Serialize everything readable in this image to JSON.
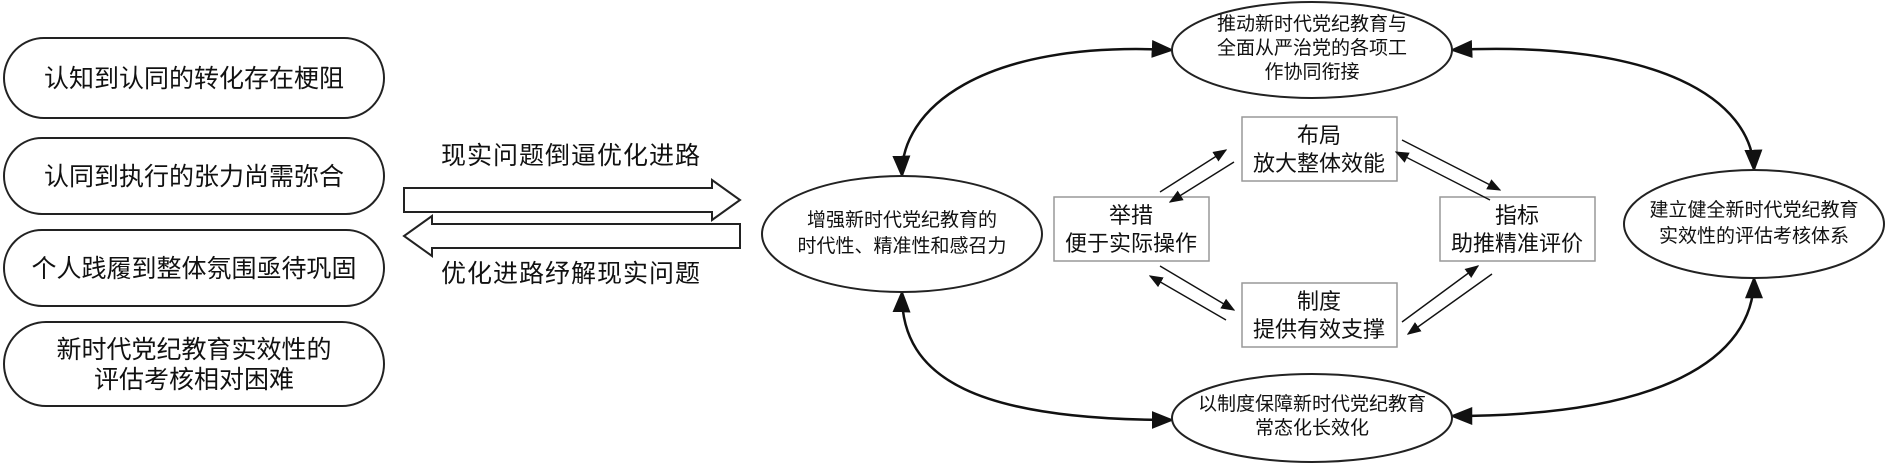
{
  "problems": [
    [
      "认知到认同的转化存在梗阻"
    ],
    [
      "认同到执行的张力尚需弥合"
    ],
    [
      "个人践履到整体氛围亟待巩固"
    ],
    [
      "新时代党纪教育实效性的",
      "评估考核相对困难"
    ]
  ],
  "arrows": {
    "forward_label": "现实问题倒逼优化进路",
    "backward_label": "优化进路纾解现实问题"
  },
  "outer": {
    "top": [
      "推动新时代党纪教育与",
      "全面从严治党的各项工",
      "作协同衔接"
    ],
    "left": [
      "增强新时代党纪教育的",
      "时代性、精准性和感召力"
    ],
    "right": [
      "建立健全新时代党纪教育",
      "实效性的评估考核体系"
    ],
    "bottom": [
      "以制度保障新时代党纪教育",
      "常态化长效化"
    ]
  },
  "inner": {
    "top": [
      "布局",
      "放大整体效能"
    ],
    "left": [
      "举措",
      "便于实际操作"
    ],
    "right": [
      "指标",
      "助推精准评价"
    ],
    "bottom": [
      "制度",
      "提供有效支撑"
    ]
  }
}
